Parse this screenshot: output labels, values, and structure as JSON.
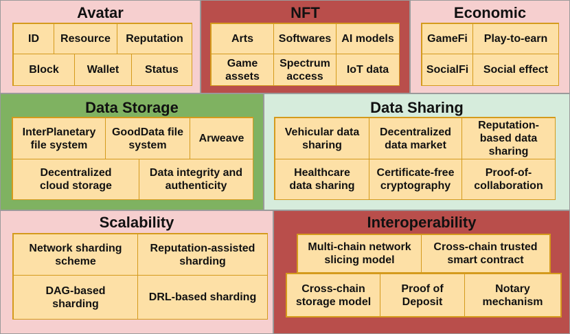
{
  "avatar": {
    "title": "Avatar",
    "items": [
      "ID",
      "Resource",
      "Reputation",
      "Block",
      "Wallet",
      "Status"
    ]
  },
  "nft": {
    "title": "NFT",
    "items": [
      "Arts",
      "Softwares",
      "AI models",
      "Game\nassets",
      "Spectrum\naccess",
      "IoT data"
    ]
  },
  "economic": {
    "title": "Economic",
    "items": [
      "GameFi",
      "Play-to-earn",
      "SocialFi",
      "Social effect"
    ]
  },
  "data_storage": {
    "title": "Data Storage",
    "items": [
      "InterPlanetary\nfile system",
      "GoodData file\nsystem",
      "Arweave",
      "Decentralized\ncloud  storage",
      "Data integrity and\nauthenticity"
    ]
  },
  "data_sharing": {
    "title": "Data Sharing",
    "items": [
      "Vehicular data\nsharing",
      "Decentralized\ndata market",
      "Reputation-\nbased  data\nsharing",
      "Healthcare\ndata sharing",
      "Certificate-free\ncryptography",
      "Proof-of-\ncollaboration"
    ]
  },
  "scalability": {
    "title": "Scalability",
    "items": [
      "Network  sharding\nscheme",
      "Reputation-assisted\nsharding",
      "DAG-based\nsharding",
      "DRL-based sharding"
    ]
  },
  "interoperability": {
    "title": "Interoperability",
    "items": [
      "Multi-chain network\nslicing model",
      "Cross-chain trusted\nsmart contract",
      "Cross-chain\nstorage model",
      "Proof of\nDeposit",
      "Notary\nmechanism"
    ]
  },
  "colors": {
    "pink": "#f6cfcf",
    "dark_red": "#b94e4b",
    "green": "#7fb261",
    "mint": "#d6ecdc",
    "cell": "#fde0a6",
    "cell_border": "#d49a1c"
  }
}
